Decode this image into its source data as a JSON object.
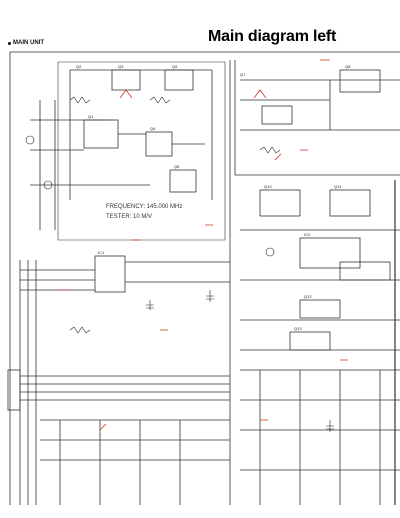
{
  "header": {
    "unit": "MAIN UNIT",
    "title": "Main diagram left"
  },
  "notes": {
    "frequency": "FREQUENCY: 145.000 MHz",
    "tester": "TESTER: 10 M/V"
  },
  "colors": {
    "wire": "#333333",
    "annotation": "#cc2200"
  }
}
